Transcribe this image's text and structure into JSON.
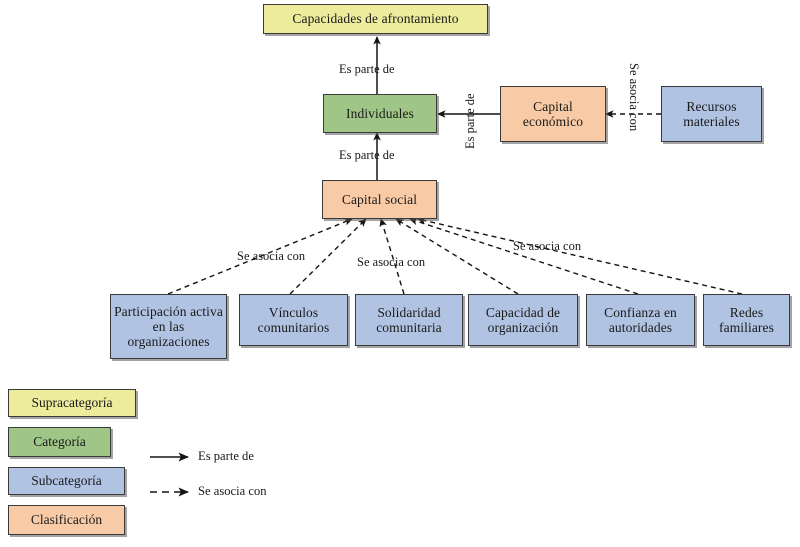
{
  "diagram": {
    "title_node": "Capacidades de afrontamiento",
    "nodes": [
      {
        "id": "capacidades",
        "label": "Capacidades de afrontamiento",
        "category": "Supracategoría"
      },
      {
        "id": "individuales",
        "label": "Individuales",
        "category": "Categoría"
      },
      {
        "id": "capital_econ",
        "label": "Capital económico",
        "category": "Clasificación"
      },
      {
        "id": "recursos_mat",
        "label": "Recursos materiales",
        "category": "Subcategoría"
      },
      {
        "id": "capital_social",
        "label": "Capital social",
        "category": "Clasificación"
      },
      {
        "id": "participacion",
        "label": "Participación activa en las organizaciones",
        "category": "Subcategoría"
      },
      {
        "id": "vinculos",
        "label": "Vínculos comunitarios",
        "category": "Subcategoría"
      },
      {
        "id": "solidaridad",
        "label": "Solidaridad comunitaria",
        "category": "Subcategoría"
      },
      {
        "id": "capacidad_org",
        "label": "Capacidad de organización",
        "category": "Subcategoría"
      },
      {
        "id": "confianza",
        "label": "Confianza en autoridades",
        "category": "Subcategoría"
      },
      {
        "id": "redes",
        "label": "Redes familiares",
        "category": "Subcategoría"
      }
    ],
    "edge_labels": {
      "individuales_to_capacidades": "Es parte de",
      "capital_social_to_individuales": "Es parte de",
      "capital_econ_to_individuales": "Es parte de",
      "recursos_to_capital_econ": "Se asocia con",
      "social_assoc_1": "Se asocia con",
      "social_assoc_2": "Se asocia con",
      "social_assoc_3": "Se asocia con"
    }
  },
  "legend": {
    "swatches": [
      {
        "label": "Supracategoría",
        "color": "#ecec9c"
      },
      {
        "label": "Categoría",
        "color": "#9fc687"
      },
      {
        "label": "Subcategoría",
        "color": "#b1c3e2"
      },
      {
        "label": "Clasificación",
        "color": "#f8cba6"
      }
    ],
    "arrows": [
      {
        "label": "Es parte de",
        "style": "solid"
      },
      {
        "label": "Se asocia con",
        "style": "dashed"
      }
    ]
  },
  "colors": {
    "supracategoria": "#ecec9c",
    "categoria": "#9fc687",
    "subcategoria": "#b1c3e2",
    "clasificacion": "#f8cba6",
    "stroke": "#1a1a1a",
    "background": "#ffffff"
  }
}
